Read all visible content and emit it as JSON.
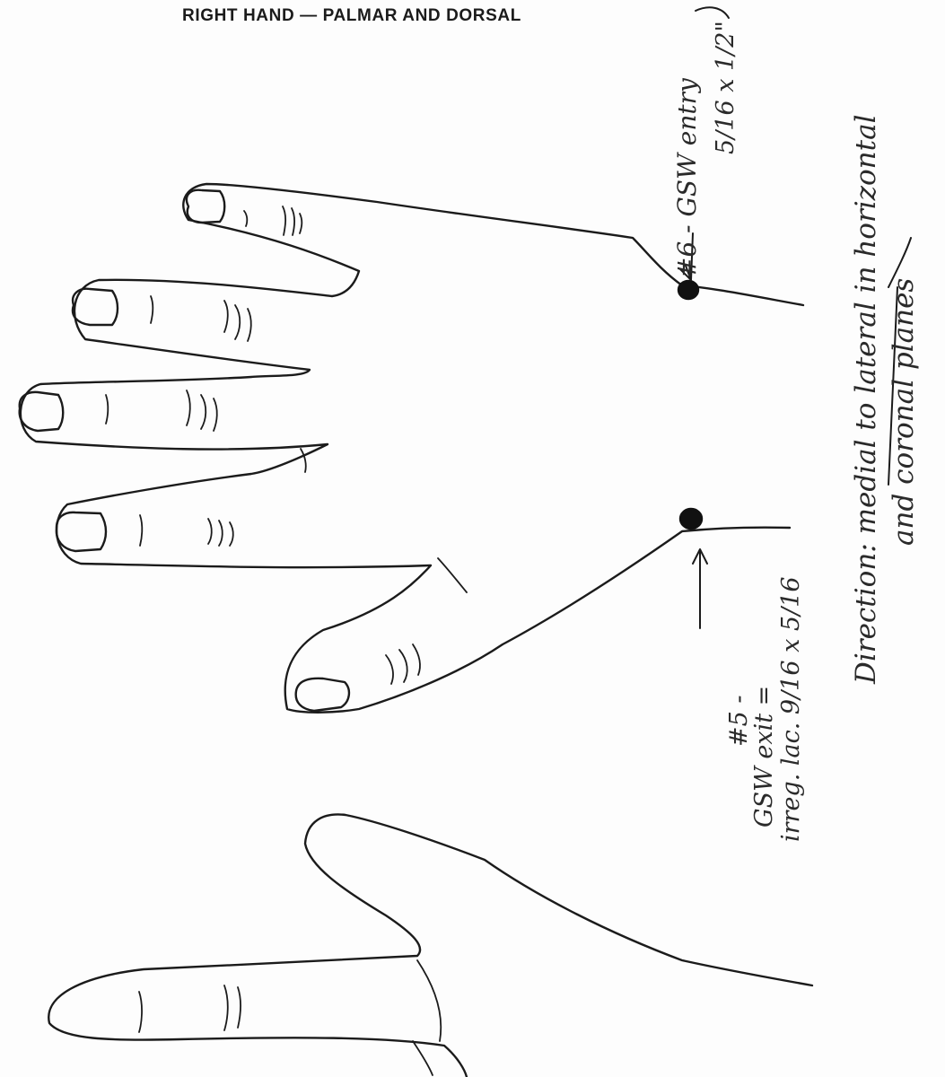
{
  "document": {
    "title": "RIGHT HAND — PALMAR AND DORSAL"
  },
  "annotations": {
    "wound_6": {
      "line1": "#6 - GSW entry",
      "line2": "5/16 x 1/2\""
    },
    "wound_5": {
      "line1": "#5 -",
      "line2": "GSW exit =",
      "line3": "irreg. lac. 9/16 x 5/16"
    },
    "direction": {
      "line1": "Direction: medial to lateral in horizontal",
      "line2": "and coronal planes"
    }
  },
  "colors": {
    "ink": "#1b1b1b",
    "wound_mark": "#111111",
    "paper": "#fdfdfd"
  }
}
